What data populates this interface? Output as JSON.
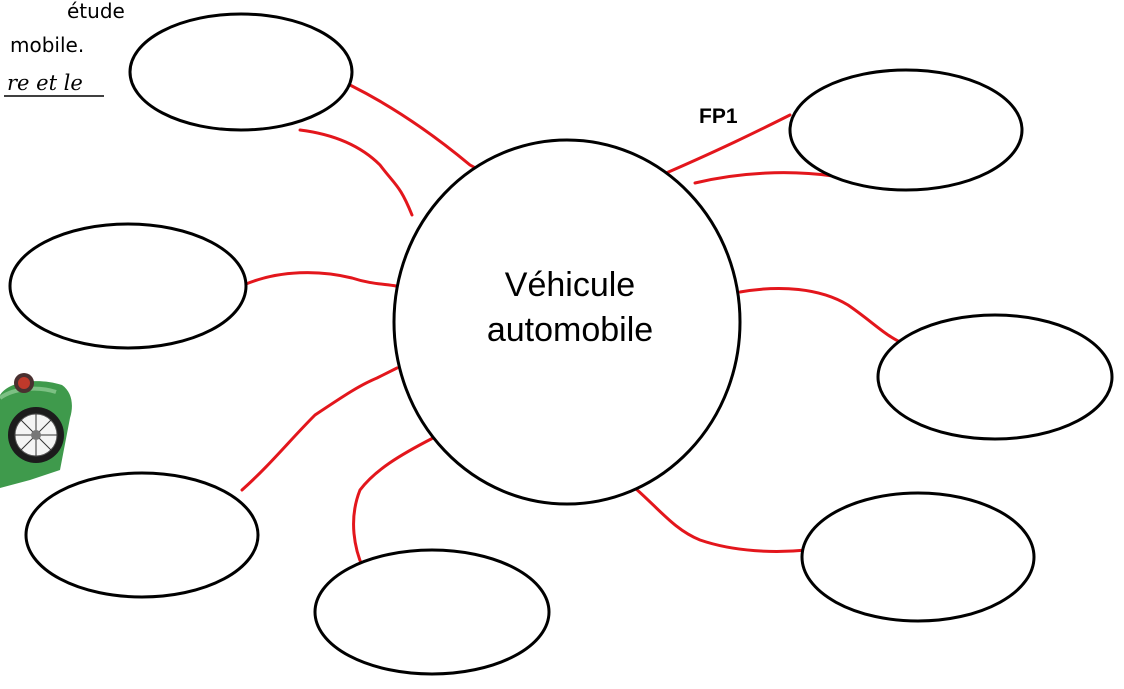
{
  "intro_text": {
    "line1": "étude",
    "line2": "mobile.",
    "line3": "re et le"
  },
  "diagram": {
    "center_label_line1": "Véhicule",
    "center_label_line2": "automobile",
    "function_label": "FP1",
    "outer_nodes": [
      {
        "id": "node-top-left",
        "label": ""
      },
      {
        "id": "node-top-right",
        "label": ""
      },
      {
        "id": "node-middle-left",
        "label": ""
      },
      {
        "id": "node-middle-right",
        "label": ""
      },
      {
        "id": "node-bottom-left",
        "label": ""
      },
      {
        "id": "node-bottom-center",
        "label": ""
      },
      {
        "id": "node-bottom-right",
        "label": ""
      }
    ]
  },
  "colors": {
    "link": "#e3161c",
    "outline": "#000000",
    "car_body": "#3f9a4c"
  },
  "icons": {
    "car_fragment": "vintage-car-icon"
  }
}
